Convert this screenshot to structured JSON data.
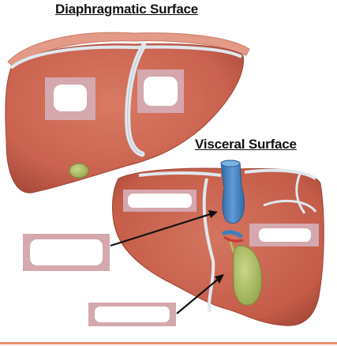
{
  "titles": {
    "diaphragmatic": "Diaphragmatic Surface",
    "visceral": "Visceral  Surface"
  },
  "colors": {
    "liver": "#c9624f",
    "liver_dark": "#a84a3b",
    "diaphragm": "#e39a86",
    "ligament": "#dfe8ef",
    "vena_cava": "#3e7fbf",
    "gallbladder": "#aebf62",
    "label_box": "#d4a8ad",
    "footer_line": "#ef8f6d"
  },
  "labels": [
    {
      "id": "label-diaphragm-left",
      "text": ""
    },
    {
      "id": "label-diaphragm-right",
      "text": ""
    },
    {
      "id": "label-visceral-upper-left",
      "text": ""
    },
    {
      "id": "label-visceral-right",
      "text": ""
    },
    {
      "id": "label-pointer-upper",
      "text": ""
    },
    {
      "id": "label-pointer-lower",
      "text": ""
    }
  ]
}
